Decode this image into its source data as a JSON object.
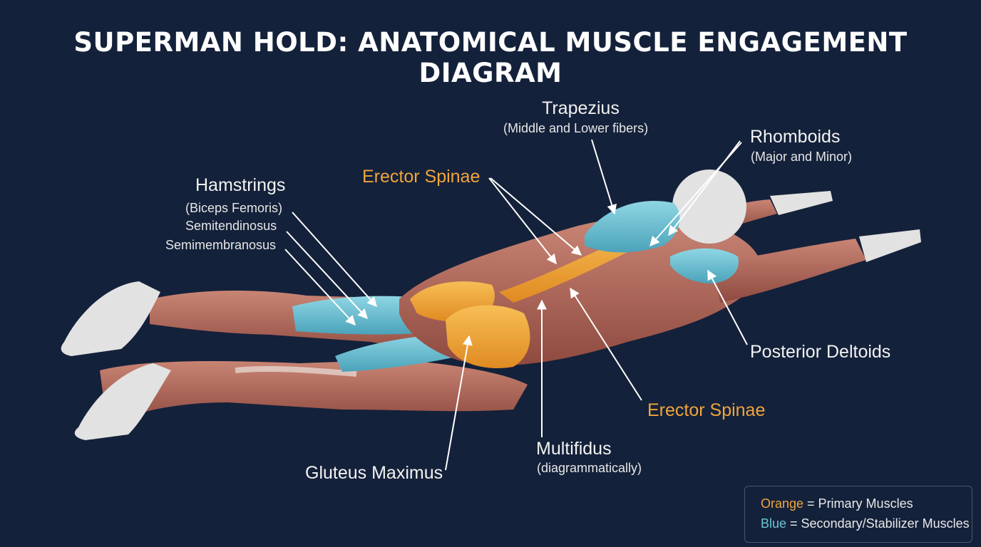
{
  "title": "SUPERMAN HOLD: ANATOMICAL MUSCLE ENGAGEMENT DIAGRAM",
  "labels": {
    "trapezius": "Trapezius",
    "trapezius_sub": "(Middle and Lower fibers)",
    "rhomboids": "Rhomboids",
    "rhomboids_sub": "(Major and Minor)",
    "erector_top": "Erector Spinae",
    "hamstrings": "Hamstrings",
    "hamstrings_sub1": "(Biceps Femoris)",
    "hamstrings_sub2": "Semitendinosus",
    "hamstrings_sub3": "Semimembranosus",
    "posterior_deltoids": "Posterior Deltoids",
    "erector_bottom": "Erector Spinae",
    "multifidus": "Multifidus",
    "multifidus_sub": "(diagrammatically)",
    "gluteus": "Gluteus Maximus"
  },
  "legend": {
    "primary_word": "Orange",
    "primary_rest": " = Primary Muscles",
    "secondary_word": "Blue",
    "secondary_rest": " = Secondary/Stabilizer Muscles"
  },
  "colors": {
    "background": "#14213a",
    "primary": "#f0a53a",
    "secondary": "#6ec3d6",
    "muscle": "#b5695a",
    "bone": "#e2e2e2"
  }
}
